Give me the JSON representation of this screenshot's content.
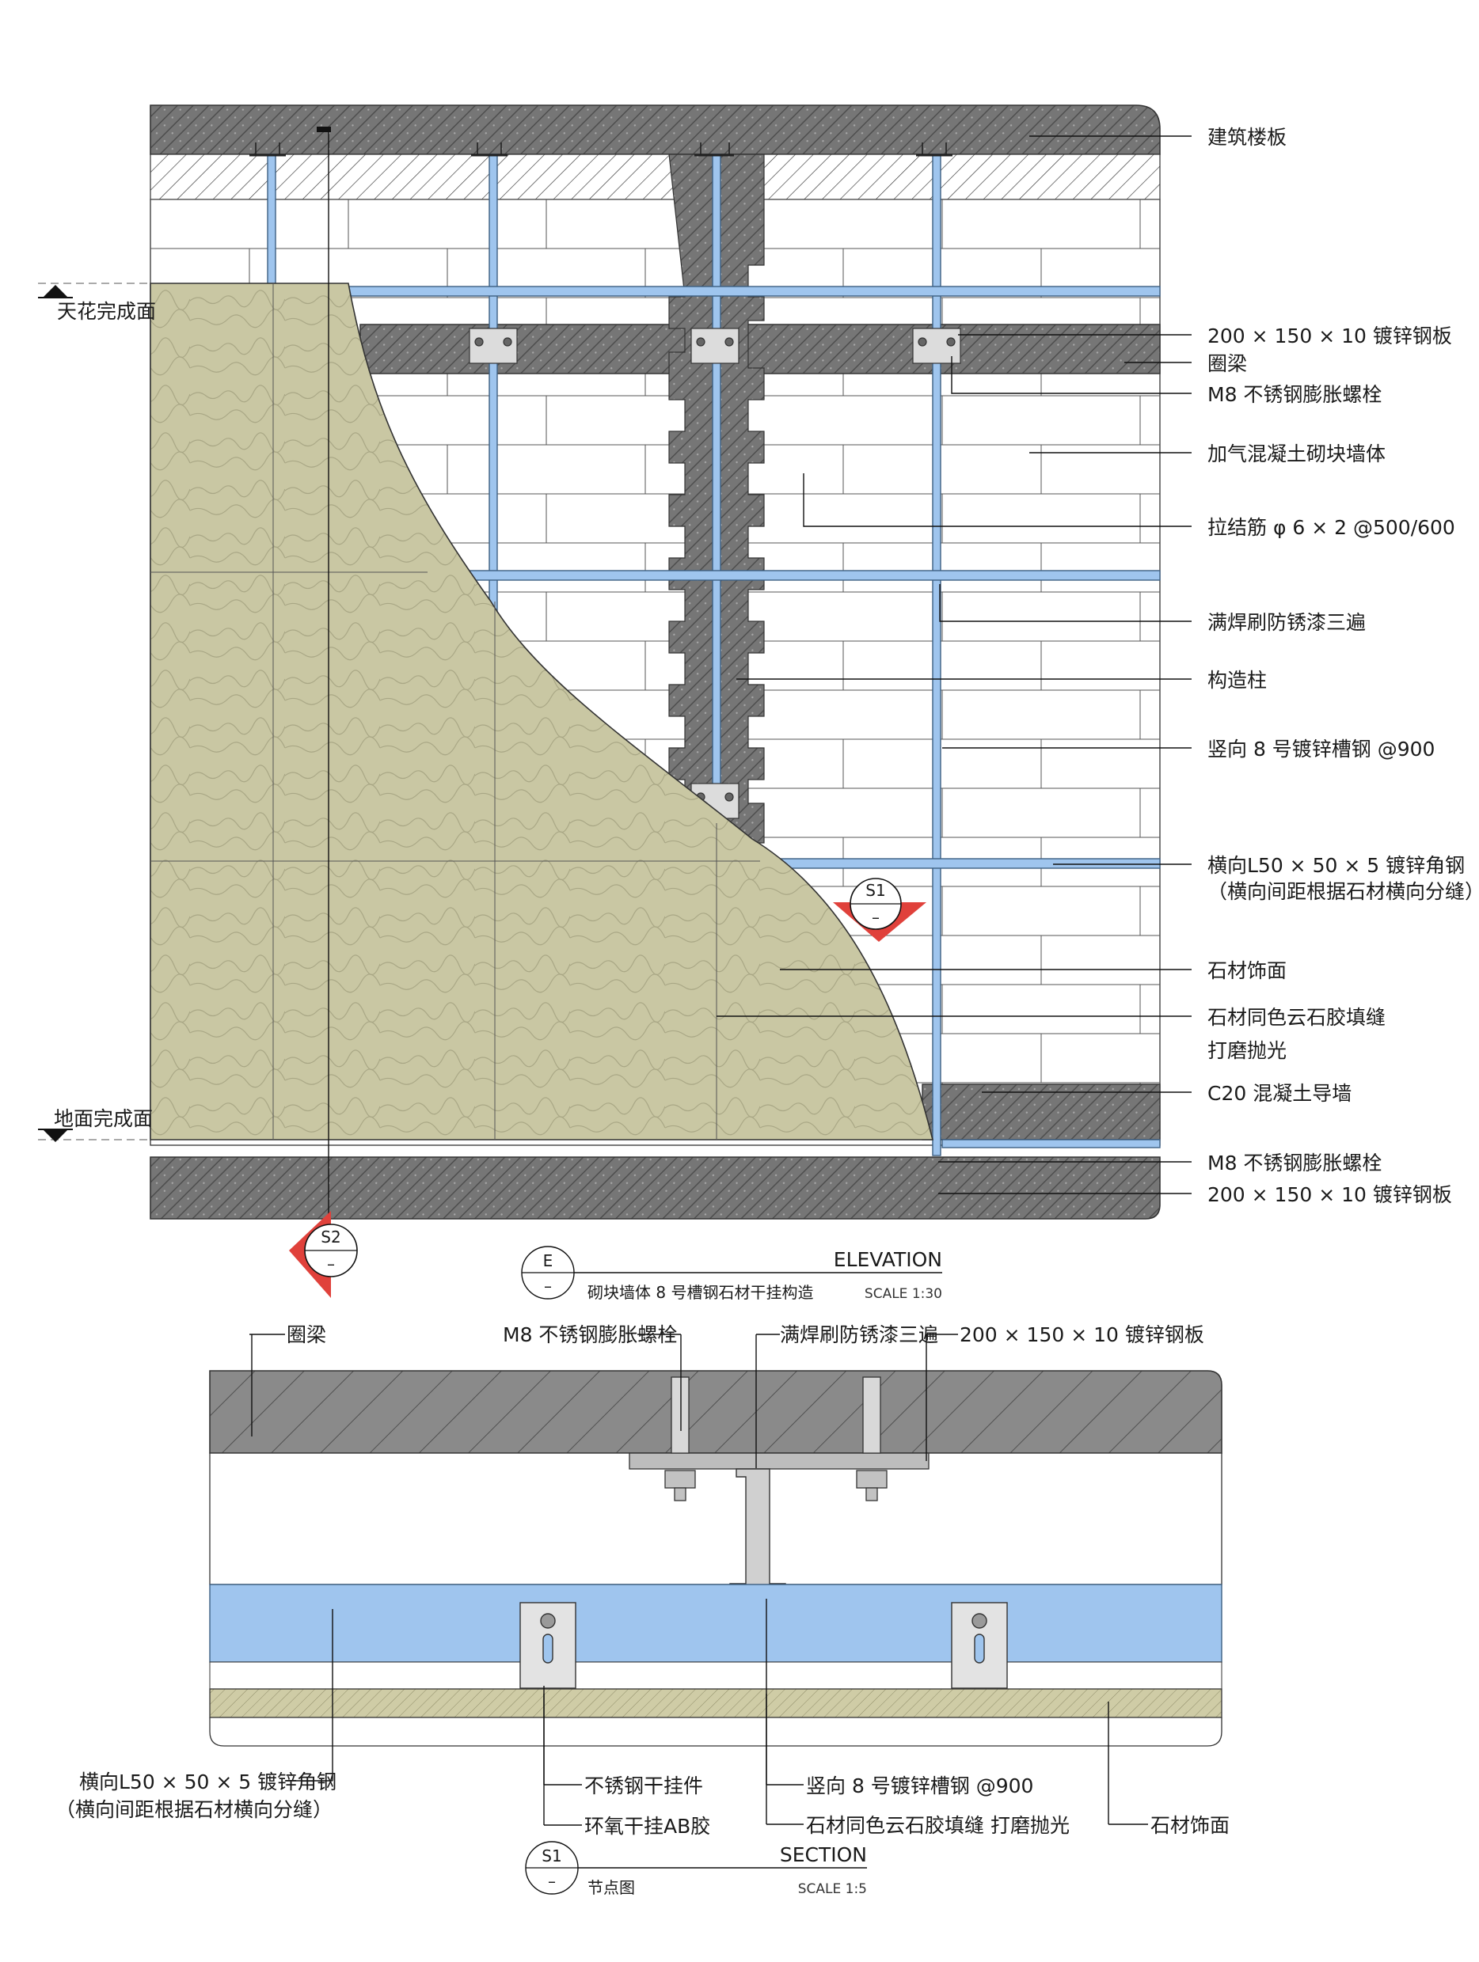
{
  "colors": {
    "steel": "#9fc5ee",
    "stone": "#c9c7a3",
    "concrete": "#6b6b6b",
    "section_marker": "#e0413b"
  },
  "elevation_labels": {
    "floor_slab": "建筑楼板",
    "steel_plate_top": "200 × 150 × 10 镀锌钢板",
    "ring_beam": "圈梁",
    "anchor_bolt_top": "M8 不锈钢膨胀螺栓",
    "aac_block_wall": "加气混凝土砌块墙体",
    "tie_bar": "拉结筋 φ 6 × 2 @500/600",
    "weld": "满焊刷防锈漆三遍",
    "structural_column": "构造柱",
    "vertical_channel": "竖向 8 号镀锌槽钢 @900",
    "horizontal_angle": "横向L50 × 50 × 5 镀锌角钢",
    "horizontal_angle_note": "（横向间距根据石材横向分缝）",
    "stone_finish": "石材饰面",
    "stone_joint_1": "石材同色云石胶填缝",
    "stone_joint_2": "打磨抛光",
    "c20_curb": "C20 混凝土导墙",
    "anchor_bolt_bottom": "M8 不锈钢膨胀螺栓",
    "steel_plate_bottom": "200 × 150 × 10 镀锌钢板",
    "ceiling_level": "天花完成面",
    "floor_level": "地面完成面"
  },
  "section_markers": {
    "s1": {
      "id": "S1",
      "sheet": "–"
    },
    "s2": {
      "id": "S2",
      "sheet": "–"
    }
  },
  "elevation_title": {
    "code": "E",
    "sheet": "–",
    "type": "ELEVATION",
    "name": "砌块墙体 8 号槽钢石材干挂构造",
    "scale": "SCALE 1:30"
  },
  "section_labels": {
    "ring_beam": "圈梁",
    "anchor_bolt": "M8 不锈钢膨胀螺栓",
    "weld": "满焊刷防锈漆三遍",
    "steel_plate": "200 × 150 × 10 镀锌钢板",
    "horizontal_angle": "横向L50 × 50 × 5 镀锌角钢",
    "horizontal_angle_note": "（横向间距根据石材横向分缝）",
    "ss_bracket": "不锈钢干挂件",
    "epoxy": "环氧干挂AB胶",
    "vertical_channel": "竖向 8 号镀锌槽钢 @900",
    "stone_joint": "石材同色云石胶填缝 打磨抛光",
    "stone_finish": "石材饰面"
  },
  "section_title": {
    "code": "S1",
    "sheet": "–",
    "type": "SECTION",
    "name": "节点图",
    "scale": "SCALE 1:5"
  }
}
